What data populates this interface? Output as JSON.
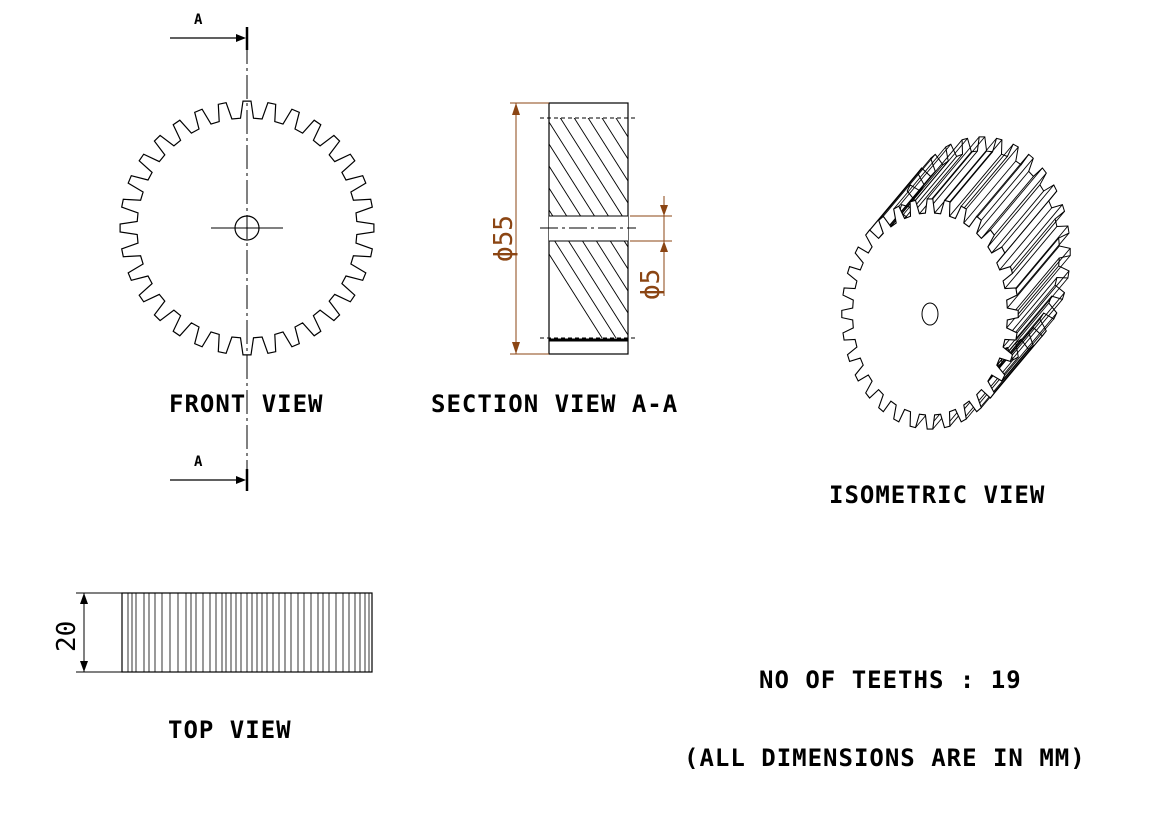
{
  "drawing": {
    "views": {
      "front": "FRONT VIEW",
      "section": "SECTION VIEW A-A",
      "isometric": "ISOMETRIC VIEW",
      "top": "TOP VIEW"
    },
    "section_marker_top": "A",
    "section_marker_bottom": "A",
    "dimensions": {
      "outer_diameter": "ϕ55",
      "bore_diameter": "ϕ5",
      "face_width": "20"
    },
    "notes": {
      "teeth": "NO OF TEETHS : 19",
      "units": "(ALL DIMENSIONS ARE IN MM)"
    },
    "colors": {
      "line": "#000000",
      "dimension": "#8b4513",
      "background": "#ffffff"
    }
  }
}
